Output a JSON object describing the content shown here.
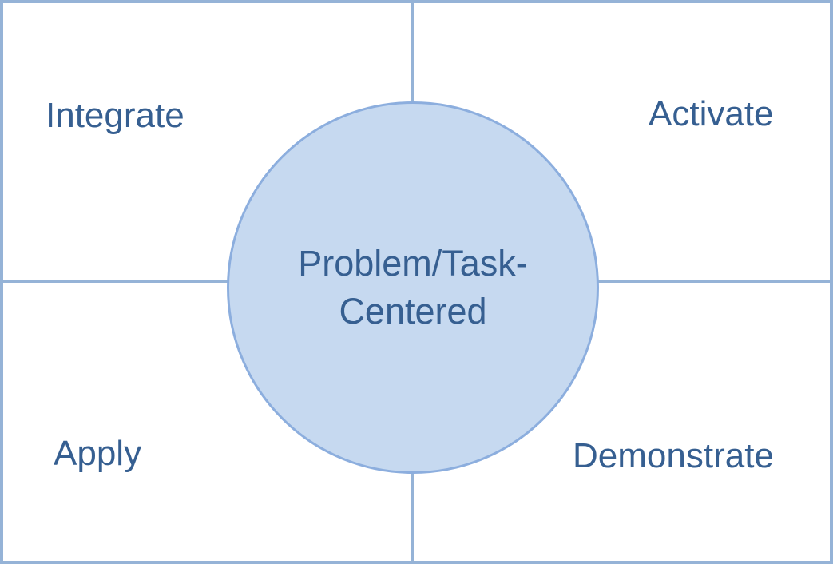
{
  "colors": {
    "background": "#ffffff",
    "frame_border": "#95B3D7",
    "divider_line": "#95B3D7",
    "circle_fill": "#C6D9F0",
    "circle_stroke": "#8CAEDE",
    "text": "#365F91"
  },
  "quadrants": {
    "top_left": {
      "label": "Integrate"
    },
    "top_right": {
      "label": "Activate"
    },
    "bottom_left": {
      "label": "Apply"
    },
    "bottom_right": {
      "label": "Demonstrate"
    }
  },
  "center": {
    "line1": "Problem/Task-",
    "line2": "Centered"
  }
}
